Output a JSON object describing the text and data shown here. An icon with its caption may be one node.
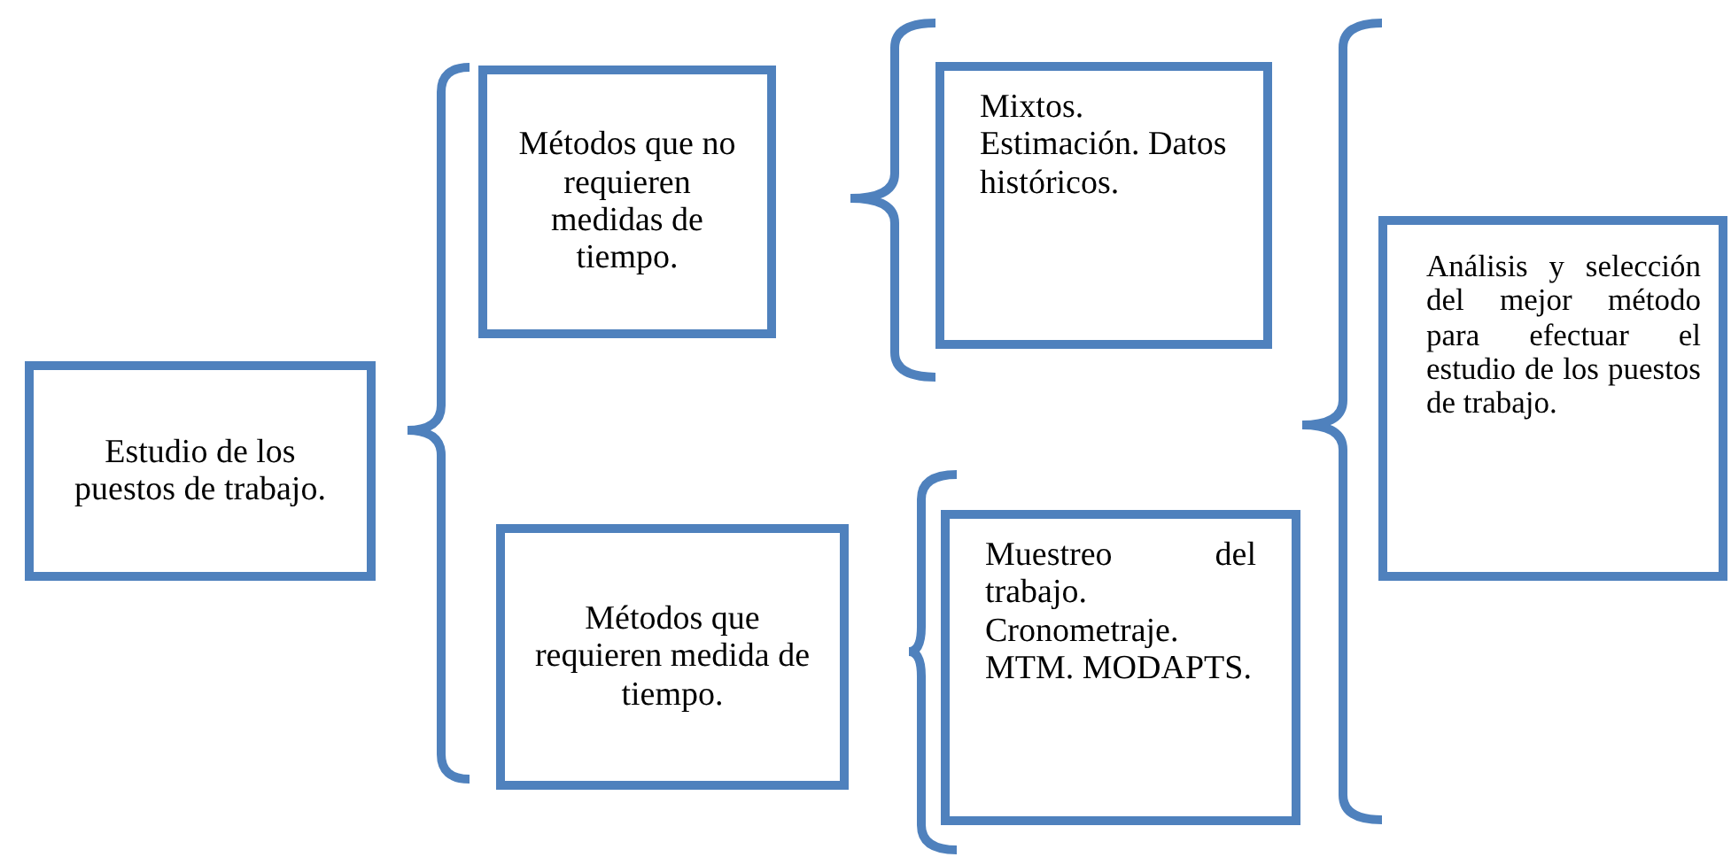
{
  "diagram": {
    "nodes": [
      {
        "text": [
          "Estudio de los puestos de trabajo."
        ]
      },
      {
        "text": [
          "Métodos que no requieren medidas de tiempo."
        ]
      },
      {
        "text": [
          "Mixtos. Estimación. Datos históricos."
        ]
      },
      {
        "text": [
          "Métodos que requieren medida de tiempo."
        ]
      },
      {
        "text": [
          "Muestreo del trabajo. Cronometraje. MTM. MODAPTS."
        ]
      },
      {
        "text": [
          "Análisis y selección del mejor método para efectuar el estudio de los puestos de trabajo."
        ]
      }
    ]
  }
}
